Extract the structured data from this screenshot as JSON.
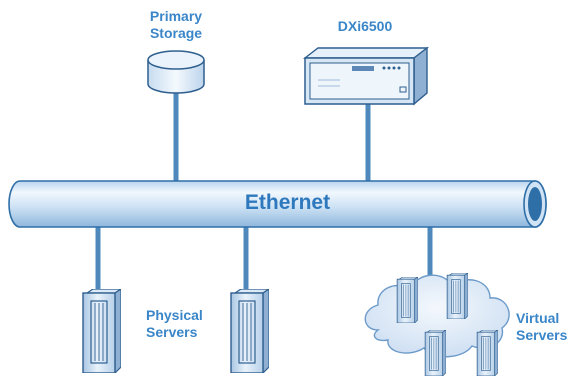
{
  "labels": {
    "primary_storage": [
      "Primary",
      "Storage"
    ],
    "dxi": "DXi6500",
    "ethernet": "Ethernet",
    "physical_servers": [
      "Physical",
      "Servers"
    ],
    "virtual_servers": [
      "Virtual",
      "Servers"
    ]
  },
  "icons": {
    "storage": "storage-cylinder-icon",
    "appliance": "dxi-appliance-icon",
    "server": "tower-server-icon",
    "cloud": "cloud-icon"
  },
  "colors": {
    "accent": "#3a86c8",
    "pipe_fill": "#cfe3f5",
    "pipe_stroke": "#2f6fa8",
    "link": "#4f88bd",
    "cloud_fill": "#ddeaf7"
  }
}
